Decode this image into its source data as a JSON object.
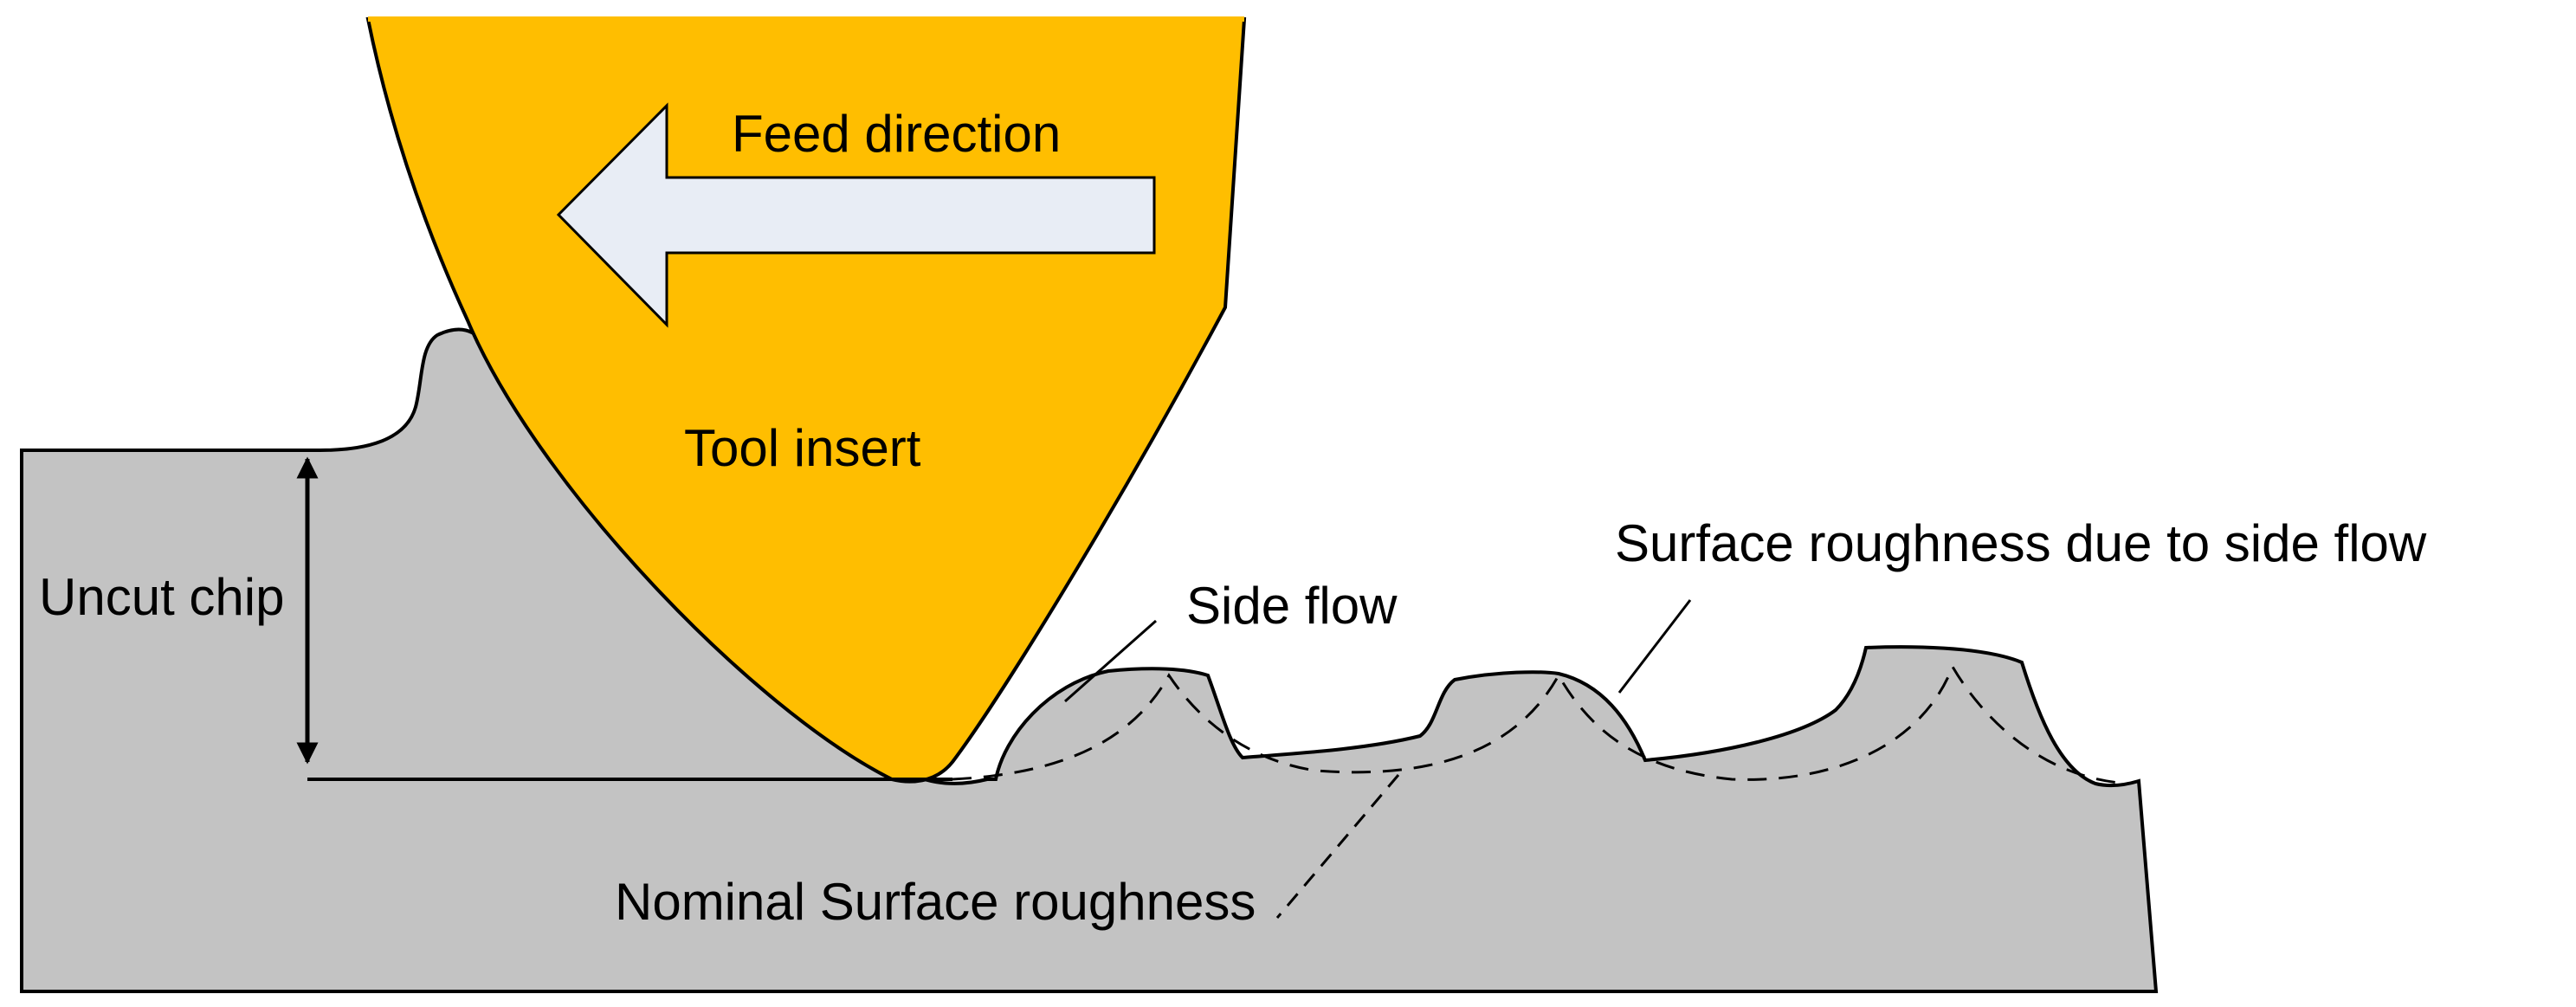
{
  "labels": {
    "feed_direction": "Feed direction",
    "tool_insert": "Tool insert",
    "uncut_chip": "Uncut chip",
    "side_flow": "Side flow",
    "surface_roughness_side_flow": "Surface roughness due to side flow",
    "nominal_surface_roughness": "Nominal Surface roughness"
  },
  "colors": {
    "tool_fill": "#FFBE00",
    "workpiece_fill": "#C3C3C3",
    "arrow_fill": "#E8EDF5",
    "stroke": "#000000"
  }
}
